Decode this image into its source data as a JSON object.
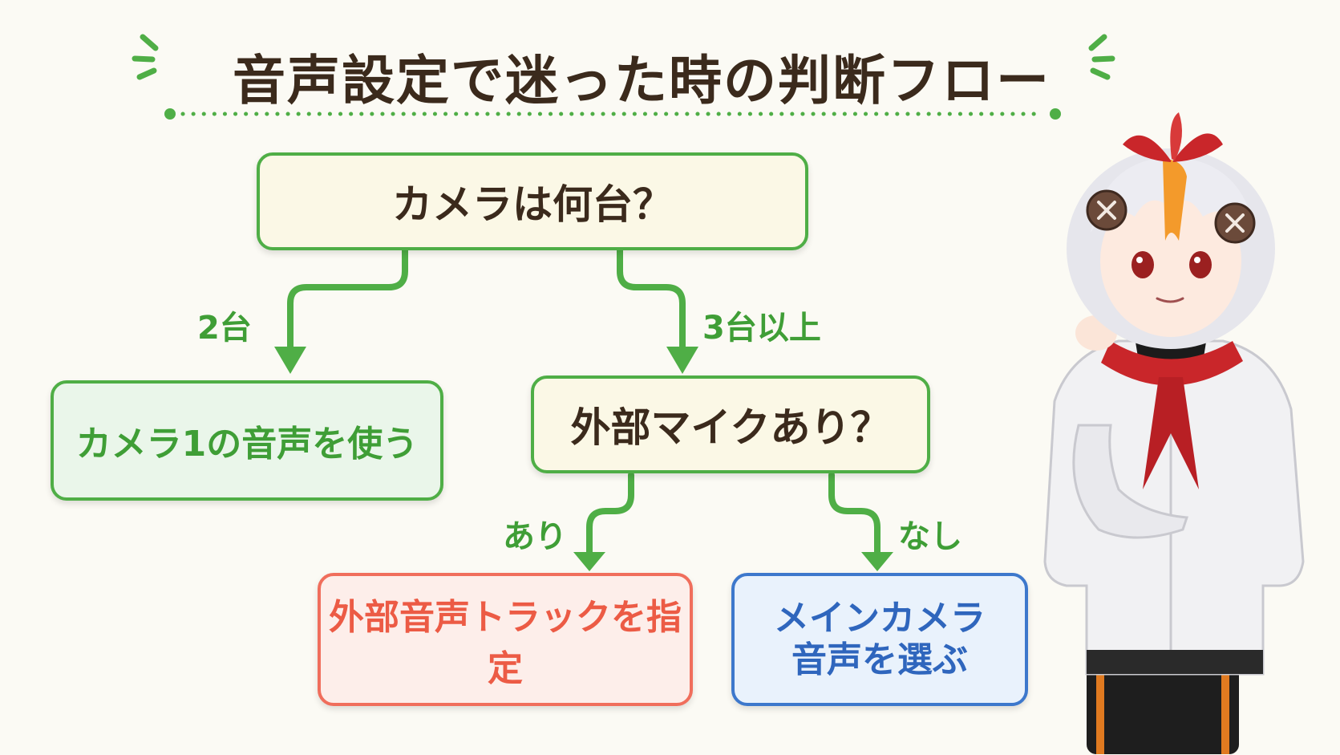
{
  "title": "音声設定で迷った時の判断フロー",
  "nodes": {
    "q1": "カメラは何台？",
    "q2": "外部マイクあり？",
    "camera1": "カメラ1の音声を使う",
    "external_track": "外部音声トラックを指定",
    "main_camera_line1": "メインカメラ",
    "main_camera_line2": "音声を選ぶ"
  },
  "edges": {
    "two": "2台",
    "three_plus": "3台以上",
    "yes": "あり",
    "no": "なし"
  },
  "colors": {
    "title": "#3b2a1c",
    "green": "#4fae46",
    "red": "#f06e5c",
    "blue": "#3d78cc",
    "background": "#fbfaf4"
  },
  "icons": [
    "sparkle-icon-left",
    "sparkle-icon-right"
  ]
}
